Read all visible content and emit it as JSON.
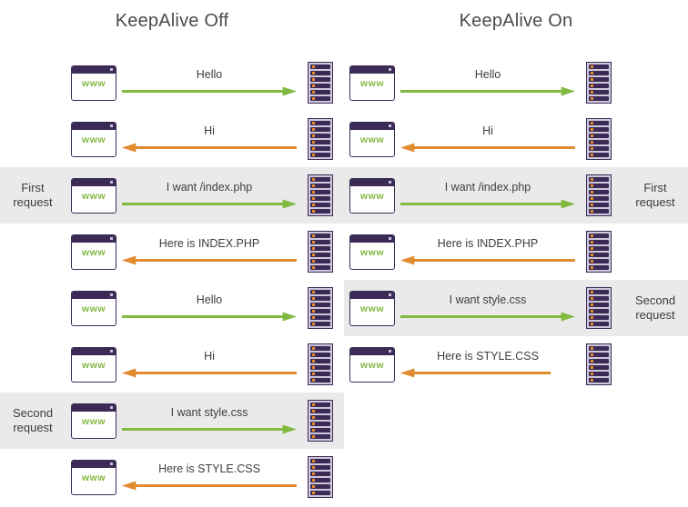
{
  "colors": {
    "background": "#ffffff",
    "band": "#eaeaea",
    "title_text": "#4b4b4b",
    "label_text": "#3d3d3d",
    "request_arrow": "#82b940",
    "response_arrow": "#e08b2e",
    "browser_frame": "#3b2a56",
    "browser_www_text": "#82b940",
    "server_body": "#3b2a56",
    "server_led": "#e88c2a"
  },
  "icons": {
    "browser": "browser-www-icon",
    "server": "server-rack-icon",
    "arrow_right": "arrow-right-icon",
    "arrow_left": "arrow-left-icon"
  },
  "browser_label": "www",
  "columns": [
    {
      "id": "keepalive-off",
      "title": "KeepAlive Off",
      "label_side": "left",
      "rows": [
        {
          "label": null,
          "message": "Hello",
          "direction": "right",
          "banded": false,
          "short": false
        },
        {
          "label": null,
          "message": "Hi",
          "direction": "left",
          "banded": false,
          "short": false
        },
        {
          "label": [
            "First",
            "request"
          ],
          "message": "I want /index.php",
          "direction": "right",
          "banded": true,
          "short": false
        },
        {
          "label": null,
          "message": "Here is INDEX.PHP",
          "direction": "left",
          "banded": false,
          "short": false
        },
        {
          "label": null,
          "message": "Hello",
          "direction": "right",
          "banded": false,
          "short": false
        },
        {
          "label": null,
          "message": "Hi",
          "direction": "left",
          "banded": false,
          "short": false
        },
        {
          "label": [
            "Second",
            "request"
          ],
          "message": "I want style.css",
          "direction": "right",
          "banded": true,
          "short": false
        },
        {
          "label": null,
          "message": "Here is STYLE.CSS",
          "direction": "left",
          "banded": false,
          "short": false
        }
      ]
    },
    {
      "id": "keepalive-on",
      "title": "KeepAlive On",
      "label_side": "right",
      "rows": [
        {
          "label": null,
          "message": "Hello",
          "direction": "right",
          "banded": false,
          "short": false
        },
        {
          "label": null,
          "message": "Hi",
          "direction": "left",
          "banded": false,
          "short": false
        },
        {
          "label": [
            "First",
            "request"
          ],
          "message": "I want /index.php",
          "direction": "right",
          "banded": true,
          "short": false
        },
        {
          "label": null,
          "message": "Here is INDEX.PHP",
          "direction": "left",
          "banded": false,
          "short": false
        },
        {
          "label": [
            "Second",
            "request"
          ],
          "message": "I want style.css",
          "direction": "right",
          "banded": true,
          "short": false
        },
        {
          "label": null,
          "message": "Here is STYLE.CSS",
          "direction": "left",
          "banded": false,
          "short": true
        }
      ]
    }
  ]
}
